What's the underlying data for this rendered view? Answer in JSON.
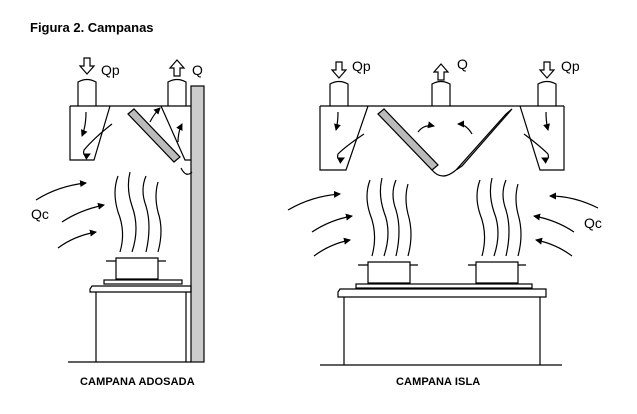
{
  "figure_title": "Figura 2. Campanas",
  "left_diagram": {
    "caption": "CAMPANA ADOSADA",
    "label_qp": "Qp",
    "label_q": "Q",
    "label_qc": "Qc"
  },
  "right_diagram": {
    "caption": "CAMPANA ISLA",
    "label_qp_left": "Qp",
    "label_q": "Q",
    "label_qp_right": "Qp",
    "label_qc": "Qc"
  },
  "colors": {
    "line": "#000000",
    "wall": "#cccccc",
    "background": "#ffffff"
  }
}
